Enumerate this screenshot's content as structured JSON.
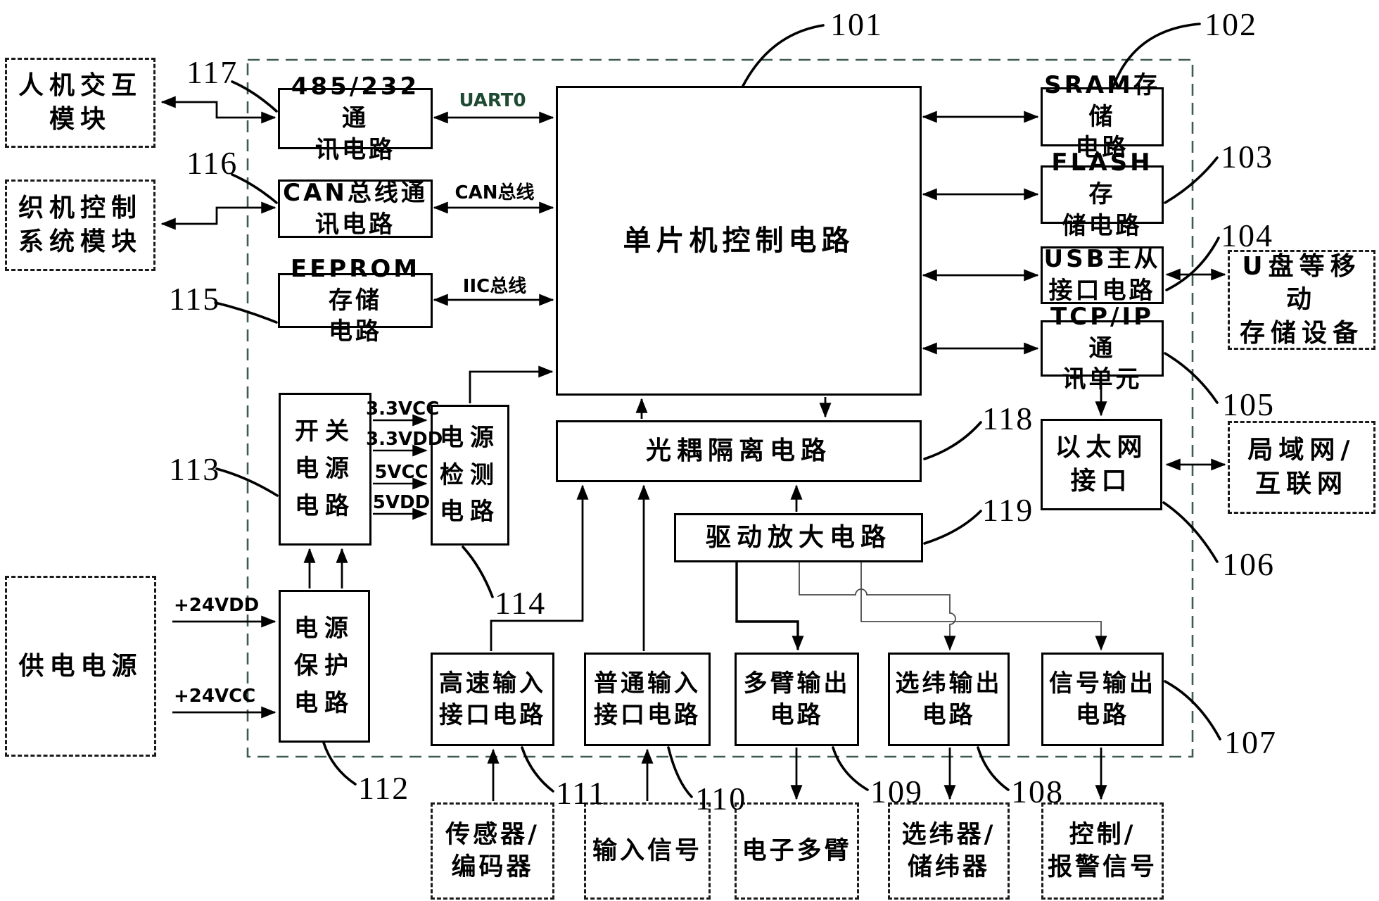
{
  "diagram": {
    "title_ref": "patent block diagram of loom controller",
    "nodes": {
      "hmi": {
        "label": "人机交互\n模块"
      },
      "loom_ctrl": {
        "label": "织机控制\n系统模块"
      },
      "power_supply": {
        "label": "供电电源"
      },
      "comm485": {
        "label": "485/232通\n讯电路"
      },
      "can_bus": {
        "label": "CAN总线通\n讯电路"
      },
      "eeprom": {
        "label": "EEPROM存储\n电路"
      },
      "switch_power": {
        "label": "开关\n电源\n电路"
      },
      "power_detect": {
        "label": "电源\n检测\n电路"
      },
      "power_protect": {
        "label": "电源\n保护\n电路"
      },
      "mcu": {
        "label": "单片机控制电路"
      },
      "opto": {
        "label": "光耦隔离电路"
      },
      "driver_amp": {
        "label": "驱动放大电路"
      },
      "sram": {
        "label": "SRAM存储\n电路"
      },
      "flash": {
        "label": "FLASH存\n储电路"
      },
      "usb": {
        "label": "USB主从\n接口电路"
      },
      "tcpip": {
        "label": "TCP/IP通\n讯单元"
      },
      "ethernet": {
        "label": "以太网\n接口"
      },
      "usb_disk": {
        "label": "U盘等移动\n存储设备"
      },
      "lan": {
        "label": "局域网/\n互联网"
      },
      "high_speed_in": {
        "label": "高速输入\n接口电路"
      },
      "normal_in": {
        "label": "普通输入\n接口电路"
      },
      "dobby_out": {
        "label": "多臂输出\n电路"
      },
      "weft_out": {
        "label": "选纬输出\n电路"
      },
      "signal_out": {
        "label": "信号输出\n电路"
      },
      "sensor": {
        "label": "传感器/\n编码器"
      },
      "input_signal": {
        "label": "输入信号"
      },
      "e_dobby": {
        "label": "电子多臂"
      },
      "weft_selector": {
        "label": "选纬器/\n储纬器"
      },
      "ctrl_alarm": {
        "label": "控制/\n报警信号"
      }
    },
    "bus_labels": {
      "uart": "UART0",
      "can": "CAN总线",
      "iic": "IIC总线"
    },
    "power_labels": {
      "v33vcc": "3.3VCC",
      "v33vdd": "3.3VDD",
      "v5vcc": "5VCC",
      "v5vdd": "5VDD",
      "p24vdd": "+24VDD",
      "p24vcc": "+24VCC"
    },
    "refs": {
      "r101": "101",
      "r102": "102",
      "r103": "103",
      "r104": "104",
      "r105": "105",
      "r106": "106",
      "r107": "107",
      "r108": "108",
      "r109": "109",
      "r110": "110",
      "r111": "111",
      "r112": "112",
      "r113": "113",
      "r114": "114",
      "r115": "115",
      "r116": "116",
      "r117": "117",
      "r118": "118",
      "r119": "119"
    },
    "colors": {
      "line": "#000000",
      "thin_line": "#4a4a4a",
      "outer_dashed_border": "#3f5a50",
      "uart_label_green": "#1e4a32",
      "background": "#ffffff"
    }
  }
}
